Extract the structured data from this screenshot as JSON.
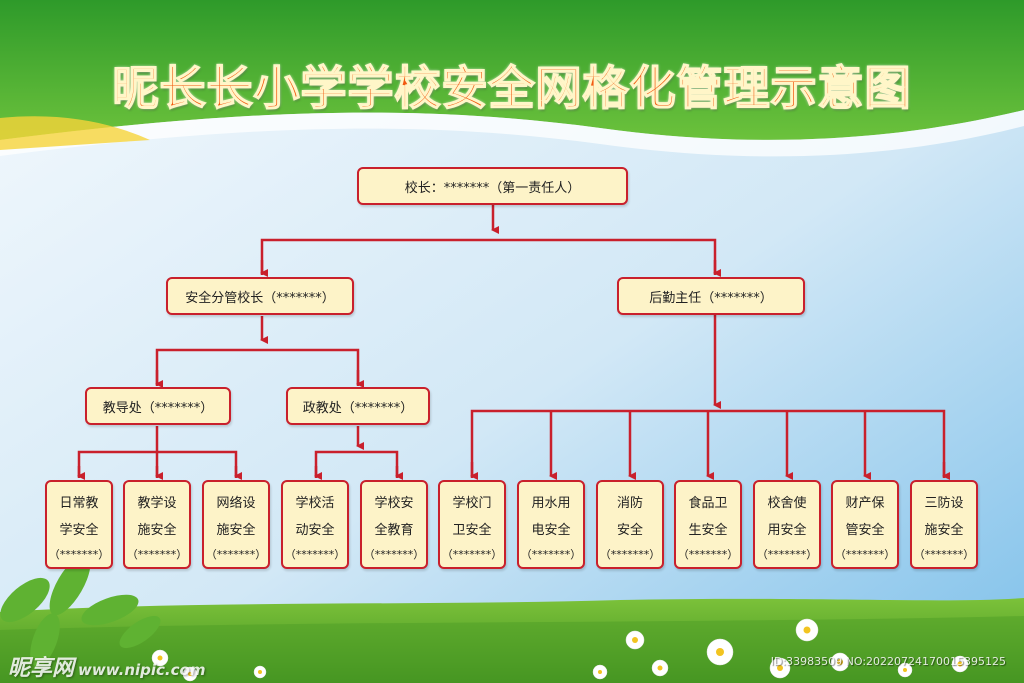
{
  "title": "昵长长小学学校安全网格化管理示意图",
  "colors": {
    "title": "#f25a10",
    "box_fill": "#fdf3c8",
    "box_border": "#c9202c",
    "line": "#c9202c"
  },
  "root": {
    "label": "校长：*******（第一责任人）"
  },
  "level2": {
    "safety": "安全分管校长（*******）",
    "logistics": "后勤主任（*******）"
  },
  "level3": {
    "academic": "教导处（*******）",
    "political": "政教处（*******）"
  },
  "leaves": [
    {
      "line1": "日常教",
      "line2": "学安全",
      "line3": "（*******）"
    },
    {
      "line1": "教学设",
      "line2": "施安全",
      "line3": "（*******）"
    },
    {
      "line1": "网络设",
      "line2": "施安全",
      "line3": "（*******）"
    },
    {
      "line1": "学校活",
      "line2": "动安全",
      "line3": "（*******）"
    },
    {
      "line1": "学校安",
      "line2": "全教育",
      "line3": "（*******）"
    },
    {
      "line1": "学校门",
      "line2": "卫安全",
      "line3": "（*******）"
    },
    {
      "line1": "用水用",
      "line2": "电安全",
      "line3": "（*******）"
    },
    {
      "line1": "消防",
      "line2": "安全",
      "line3": "（*******）"
    },
    {
      "line1": "食品卫",
      "line2": "生安全",
      "line3": "（*******）"
    },
    {
      "line1": "校舍使",
      "line2": "用安全",
      "line3": "（*******）"
    },
    {
      "line1": "财产保",
      "line2": "管安全",
      "line3": "（*******）"
    },
    {
      "line1": "三防设",
      "line2": "施安全",
      "line3": "（*******）"
    }
  ],
  "watermark": {
    "logo": "昵享网",
    "site": "www.nipic.com",
    "id_text": "ID:33983509 NO:20220724170015395125"
  }
}
